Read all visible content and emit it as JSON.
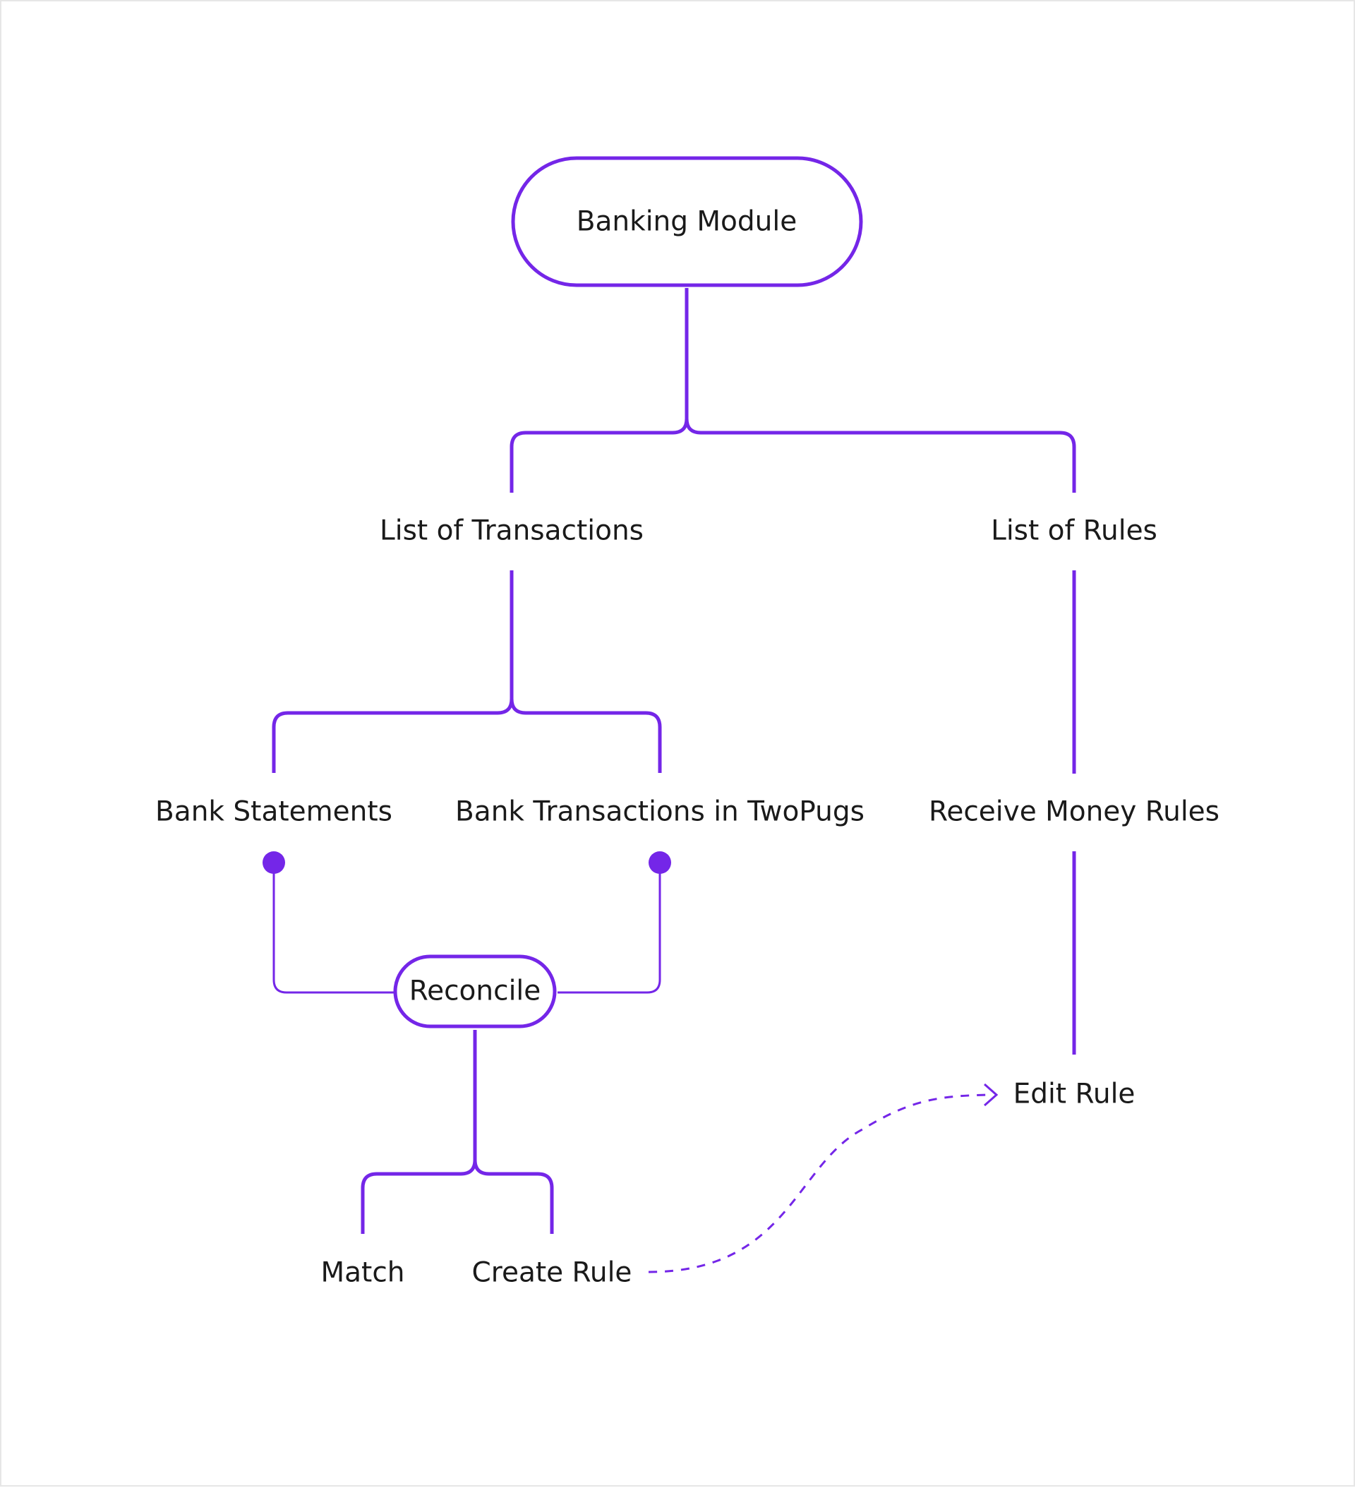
{
  "diagram": {
    "colors": {
      "line": "#7426E8",
      "dot": "#7426E8",
      "text": "#1a1a1a",
      "background": "#ffffff"
    },
    "nodes": {
      "banking_module": "Banking Module",
      "list_of_transactions": "List of Transactions",
      "list_of_rules": "List of Rules",
      "bank_statements": "Bank Statements",
      "bank_transactions": "Bank Transactions in TwoPugs",
      "receive_money_rules": "Receive Money Rules",
      "reconcile": "Reconcile",
      "match": "Match",
      "create_rule": "Create Rule",
      "edit_rule": "Edit Rule"
    }
  }
}
